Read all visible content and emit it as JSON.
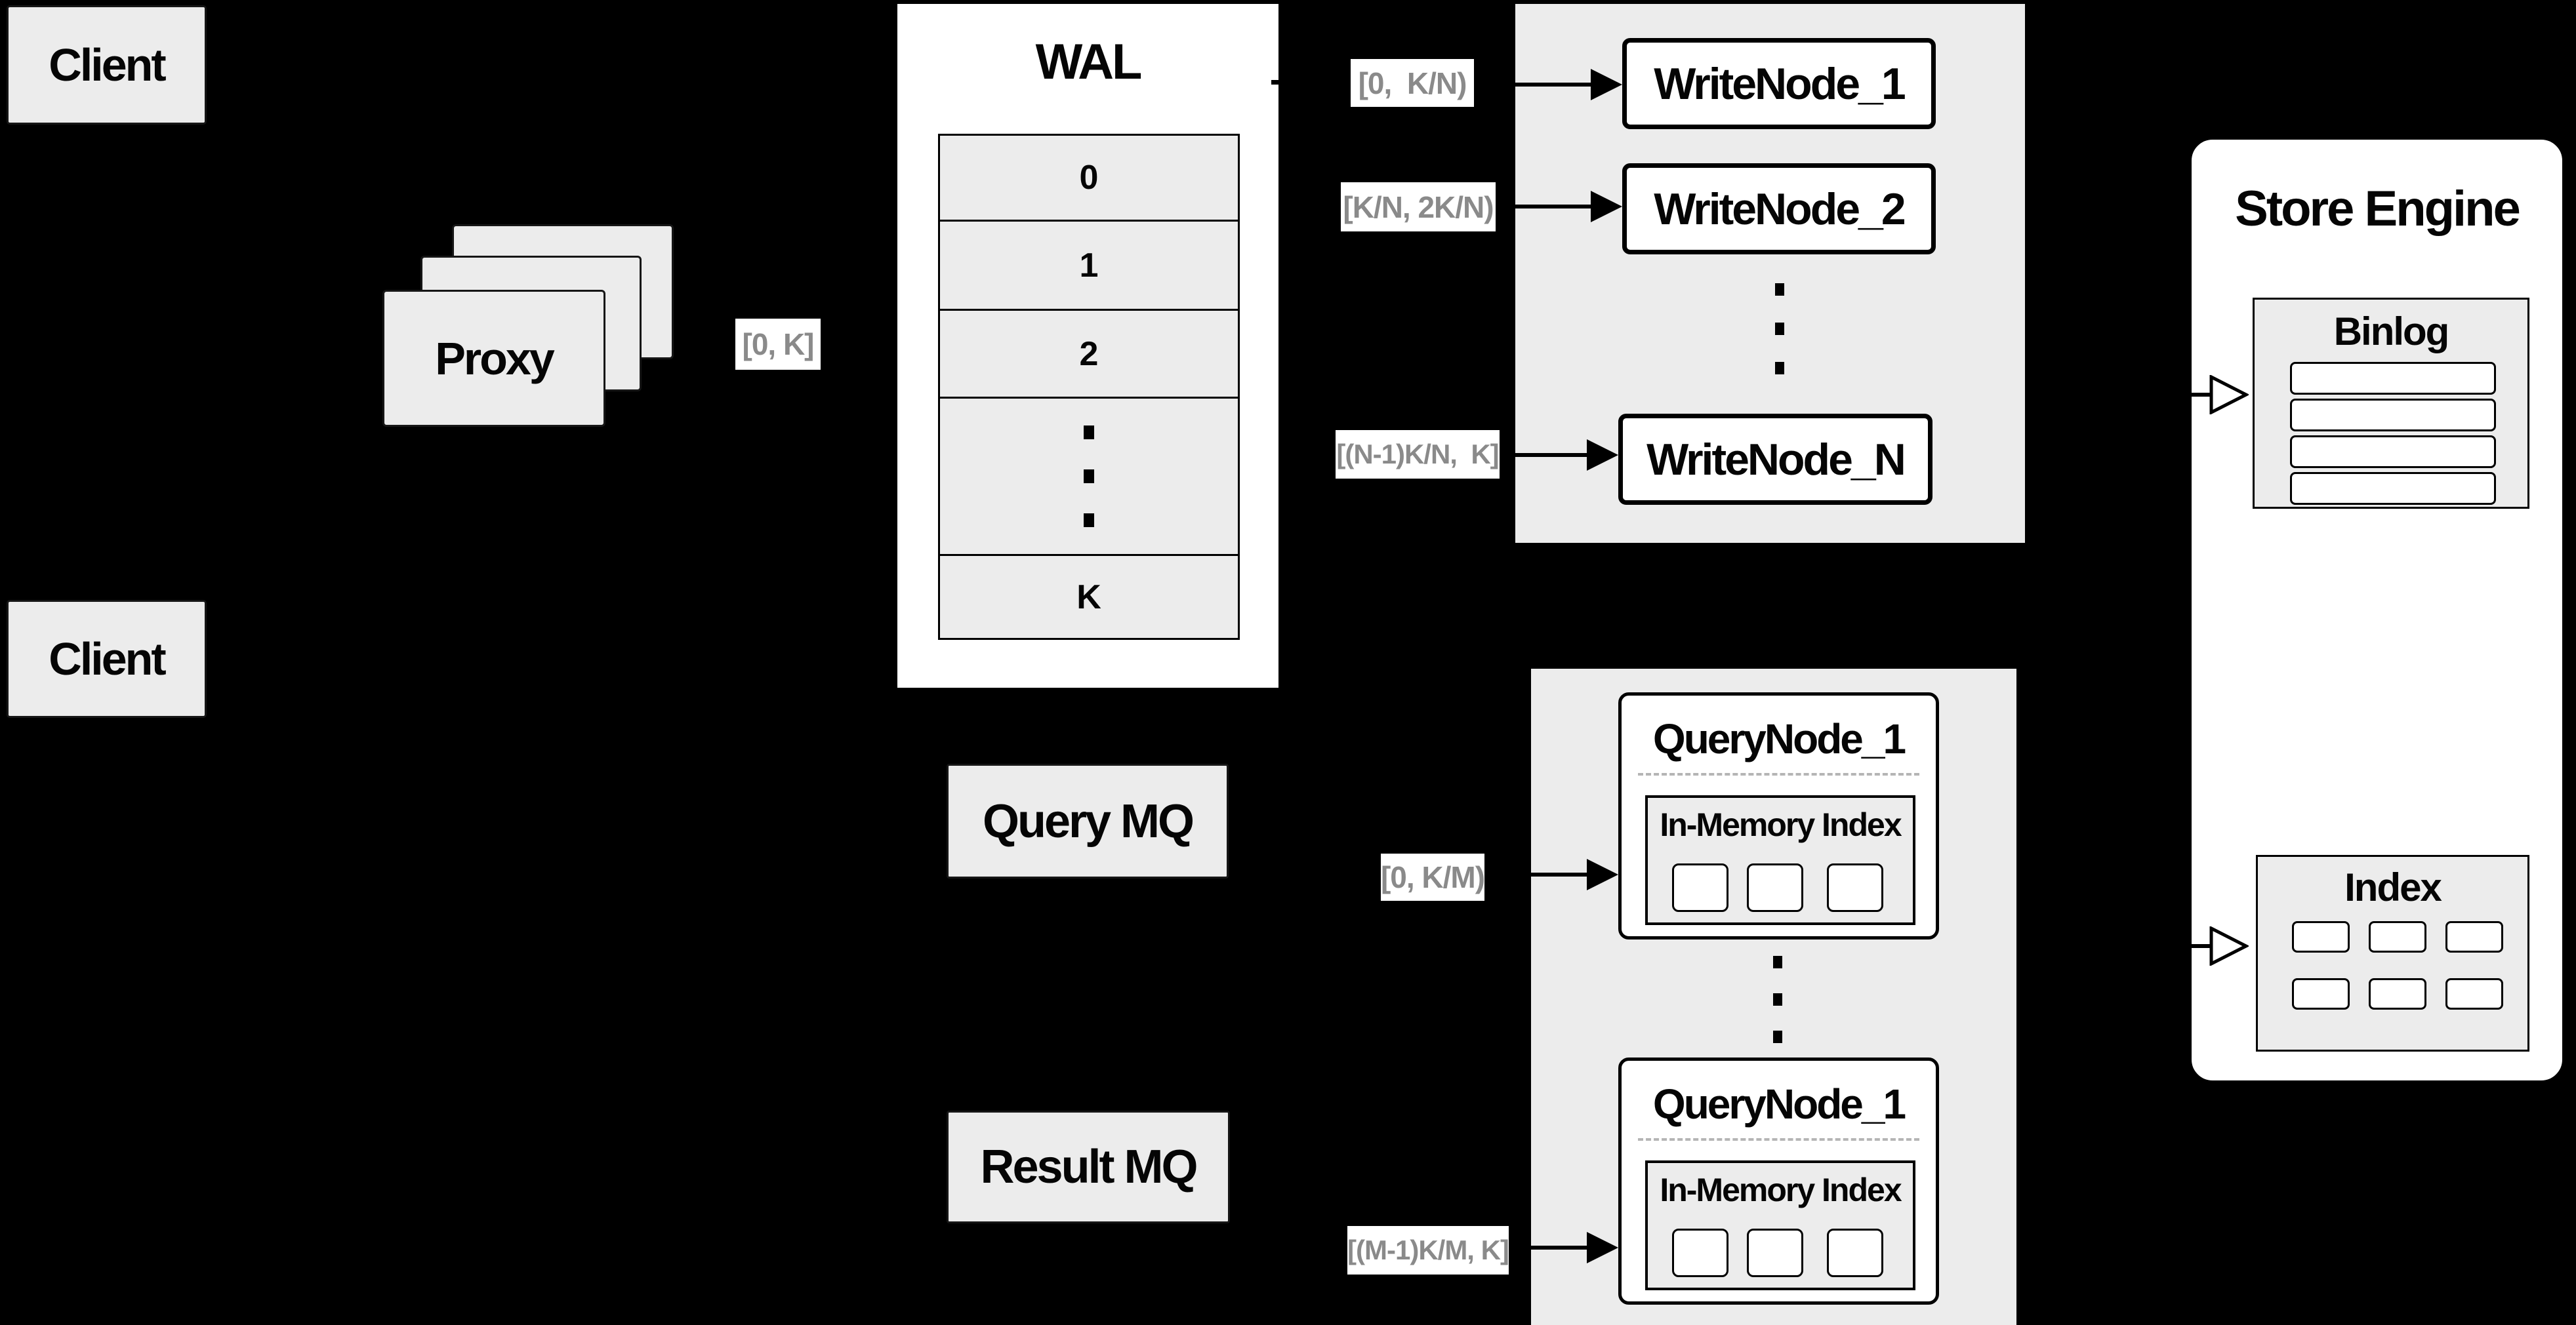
{
  "colors": {
    "background": "#000000",
    "panel_gray": "#ececec",
    "box_white": "#ffffff",
    "border_black": "#000000",
    "range_label_text": "#8a8a8a",
    "dashed_divider": "#b5b5b5"
  },
  "clients": {
    "top_label": "Client",
    "bottom_label": "Client"
  },
  "proxy": {
    "label": "Proxy"
  },
  "range_labels": {
    "proxy_out": "[0, K]",
    "write_1": "[0,  K/N)",
    "write_2": "[K/N, 2K/N)",
    "write_n": "[(N-1)K/N,  K]",
    "query_1": "[0, K/M)",
    "query_m": "[(M-1)K/M, K]"
  },
  "wal": {
    "title": "WAL",
    "rows": [
      "0",
      "1",
      "2"
    ],
    "last_row": "K"
  },
  "write_cluster": {
    "node_1": "WriteNode_1",
    "node_2": "WriteNode_2",
    "node_n": "WriteNode_N"
  },
  "store_engine": {
    "title": "Store Engine",
    "binlog_title": "Binlog",
    "index_title": "Index"
  },
  "mq": {
    "query": "Query MQ",
    "result": "Result MQ"
  },
  "query_cluster": {
    "node_top_title": "QueryNode_1",
    "node_top_inner": "In-Memory Index",
    "node_bottom_title": "QueryNode_1",
    "node_bottom_inner": "In-Memory Index"
  }
}
